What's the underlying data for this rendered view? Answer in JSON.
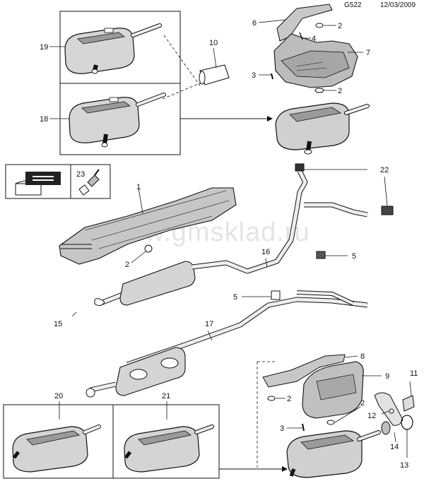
{
  "header": {
    "diagram_code": "G522",
    "date": "12/03/2009"
  },
  "watermark": "www.gmsklad.ru",
  "callouts": {
    "c1": "1",
    "c2a": "2",
    "c2b": "2",
    "c2c": "2",
    "c2d": "2",
    "c2e": "2",
    "c3a": "3",
    "c3b": "3",
    "c4": "4",
    "c5a": "5",
    "c5b": "5",
    "c6": "6",
    "c7": "7",
    "c8": "8",
    "c9": "9",
    "c10": "10",
    "c11": "11",
    "c12": "12",
    "c13": "13",
    "c14": "14",
    "c15": "15",
    "c16": "16",
    "c17": "17",
    "c18": "18",
    "c19": "19",
    "c20": "20",
    "c21": "21",
    "c22": "22",
    "c23": "23"
  }
}
